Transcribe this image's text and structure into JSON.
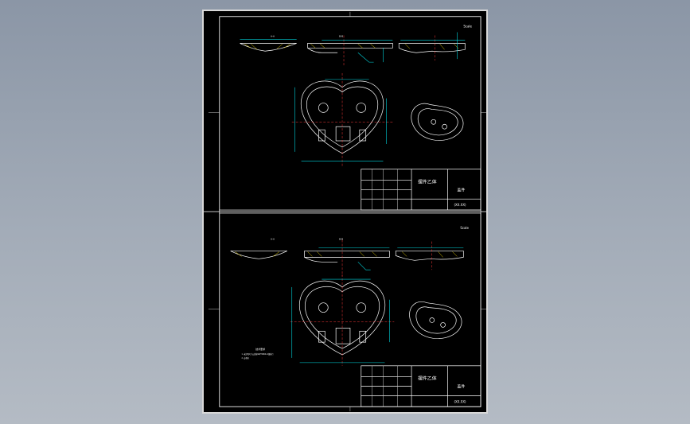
{
  "drawing": {
    "sheet_top": {
      "title_text": "摆件乙体",
      "part_text": "盖件",
      "code_text": "(XX.XX)",
      "scale_text": "Scale",
      "label_a": "A-A",
      "label_b": "B-B"
    },
    "sheet_bottom": {
      "title_text": "摆件乙体",
      "part_text": "盖件",
      "code_text": "(XX.XX)",
      "scale_text": "Scale",
      "note_heading": "技术要求",
      "note_line1": "1. 未注明尺寸公差按GB/T1804-m级执行",
      "note_line2": "2. 去毛刺",
      "label_a": "A-A",
      "label_b": "B-B"
    }
  },
  "colors": {
    "background": "#9aa4b2",
    "sheet": "#000000",
    "line": "#ffffff",
    "dimension": "#00d8e0",
    "centerline": "#ff3b3b",
    "hatch": "#e8d000"
  }
}
